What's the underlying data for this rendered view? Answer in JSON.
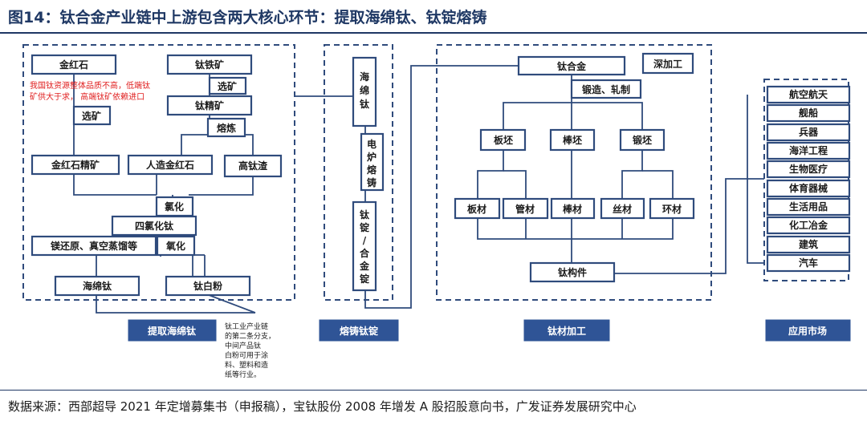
{
  "title": "图14：钛合金产业链中上游包含两大核心环节：提取海绵钛、钛锭熔铸",
  "source": "数据来源：西部超导 2021 年定增募集书（申报稿），宝钛股份 2008 年增发 A 股招股意向书，广发证券发展研究中心",
  "sections": {
    "extract": "提取海绵钛",
    "melt": "熔铸钛锭",
    "process": "钛材加工",
    "market": "应用市场"
  },
  "nodes": {
    "rutile": "金红石",
    "ilmenite": "钛铁矿",
    "beneficiation1": "选矿",
    "beneficiation2": "选矿",
    "ti_concentrate": "钛精矿",
    "smelting": "熔炼",
    "rutile_concentrate": "金红石精矿",
    "synthetic_rutile": "人造金红石",
    "high_ti_slag": "高钛渣",
    "chlorination": "氯化",
    "ticl4": "四氯化钛",
    "mg_reduction": "镁还原、真空蒸馏等",
    "oxidation": "氧化",
    "sponge_ti": "海绵钛",
    "ti_white": "钛白粉",
    "sponge_v": [
      "海",
      "绵",
      "钛"
    ],
    "electric_furnace_v": [
      "电",
      "炉",
      "熔",
      "铸"
    ],
    "ingot_v": [
      "钛",
      "锭",
      "/",
      "合",
      "金",
      "锭"
    ],
    "ti_alloy": "钛合金",
    "deep_processing": "深加工",
    "forging_rolling": "锻造、轧制",
    "slab": "板坯",
    "bar_billet": "棒坯",
    "forging_billet": "锻坯",
    "plate": "板材",
    "tube": "管材",
    "bar": "棒材",
    "wire": "丝材",
    "ring": "环材",
    "ti_component": "钛构件"
  },
  "note_red": [
    "我国钛资源整体品质不高，低端钛",
    "矿供大于求， 高端钛矿依赖进口"
  ],
  "side_note": [
    "钛工业产业链",
    "的第二条分支，",
    "中间产品钛",
    "白粉可用于涂",
    "料、塑料和造",
    "纸等行业。"
  ],
  "markets": [
    "航空航天",
    "舰船",
    "兵器",
    "海洋工程",
    "生物医疗",
    "体育器械",
    "生活用品",
    "化工冶金",
    "建筑",
    "汽车"
  ]
}
